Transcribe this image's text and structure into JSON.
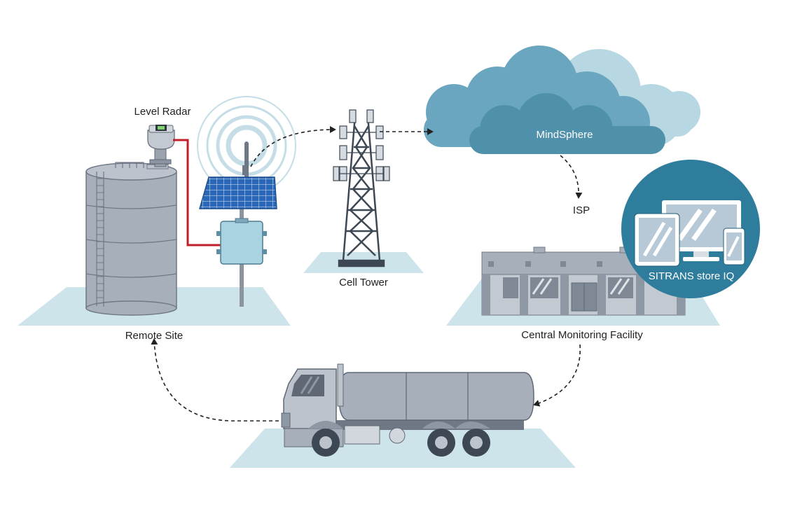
{
  "labels": {
    "level_radar": "Level Radar",
    "remote_site": "Remote Site",
    "cell_tower": "Cell Tower",
    "cloud": "MindSphere",
    "isp": "ISP",
    "central_facility": "Central Monitoring Facility",
    "app": "SITRANS store IQ"
  },
  "colors": {
    "ground": "#cde4ea",
    "tank": "#a7afba",
    "tank_line": "#6f7986",
    "pipe": "#c0202a",
    "solar": "#2a67b6",
    "cloud_dark": "#5d9cb6",
    "cloud_light": "#b7d8e3",
    "app_circle": "#2e7d9c",
    "structure": "#3e4854"
  },
  "icons": [
    "storage-tank-icon",
    "level-radar-icon",
    "solar-panel-icon",
    "radio-signal-icon",
    "cell-tower-icon",
    "cloud-icon",
    "building-icon",
    "tablet-icon",
    "monitor-icon",
    "phone-icon",
    "tanker-truck-icon",
    "dashed-arrow-icon"
  ]
}
